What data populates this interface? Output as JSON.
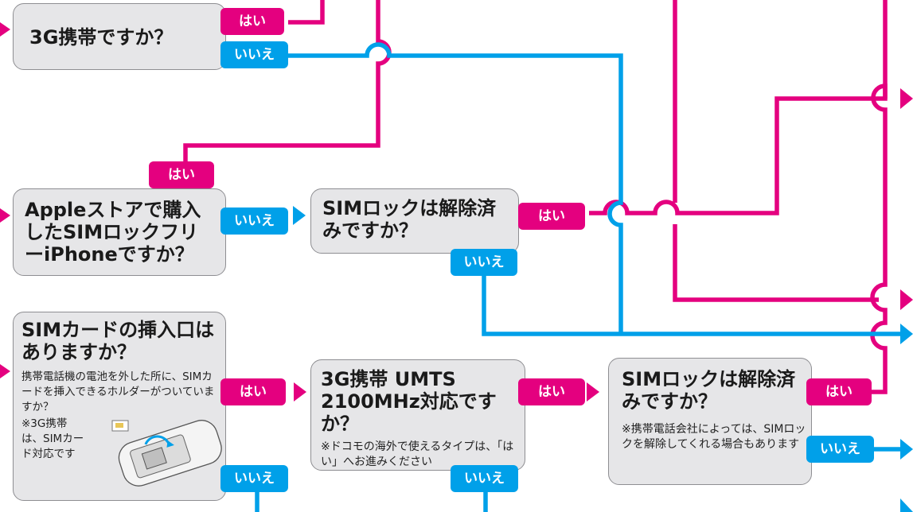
{
  "colors": {
    "yes": "#e4007f",
    "no": "#00a0e9",
    "box_fill": "#e6e6e8",
    "box_border": "#8e8e92"
  },
  "labels": {
    "yes": "はい",
    "no": "いいえ"
  },
  "nodes": {
    "q_3g": {
      "question": "3G携帯ですか？"
    },
    "q_apple": {
      "question": "Appleストアで購入したSIMロックフリーiPhoneですか？"
    },
    "q_simlock1": {
      "question": "SIMロックは解除済みですか？"
    },
    "q_slot": {
      "question": "SIMカードの挿入口はありますか？",
      "note": "携帯電話機の電池を外した所に、SIMカードを挿入できるホルダーがついていますか？",
      "note2": "※3G携帯は、SIMカード対応です"
    },
    "q_umts": {
      "question": "3G携帯 UMTS 2100MHz対応ですか？",
      "note": "※ドコモの海外で使えるタイプは、「はい」へお進みください"
    },
    "q_simlock2": {
      "question": "SIMロックは解除済みですか？",
      "note": "※携帯電話会社によっては、SIMロックを解除してくれる場合もあります"
    }
  }
}
